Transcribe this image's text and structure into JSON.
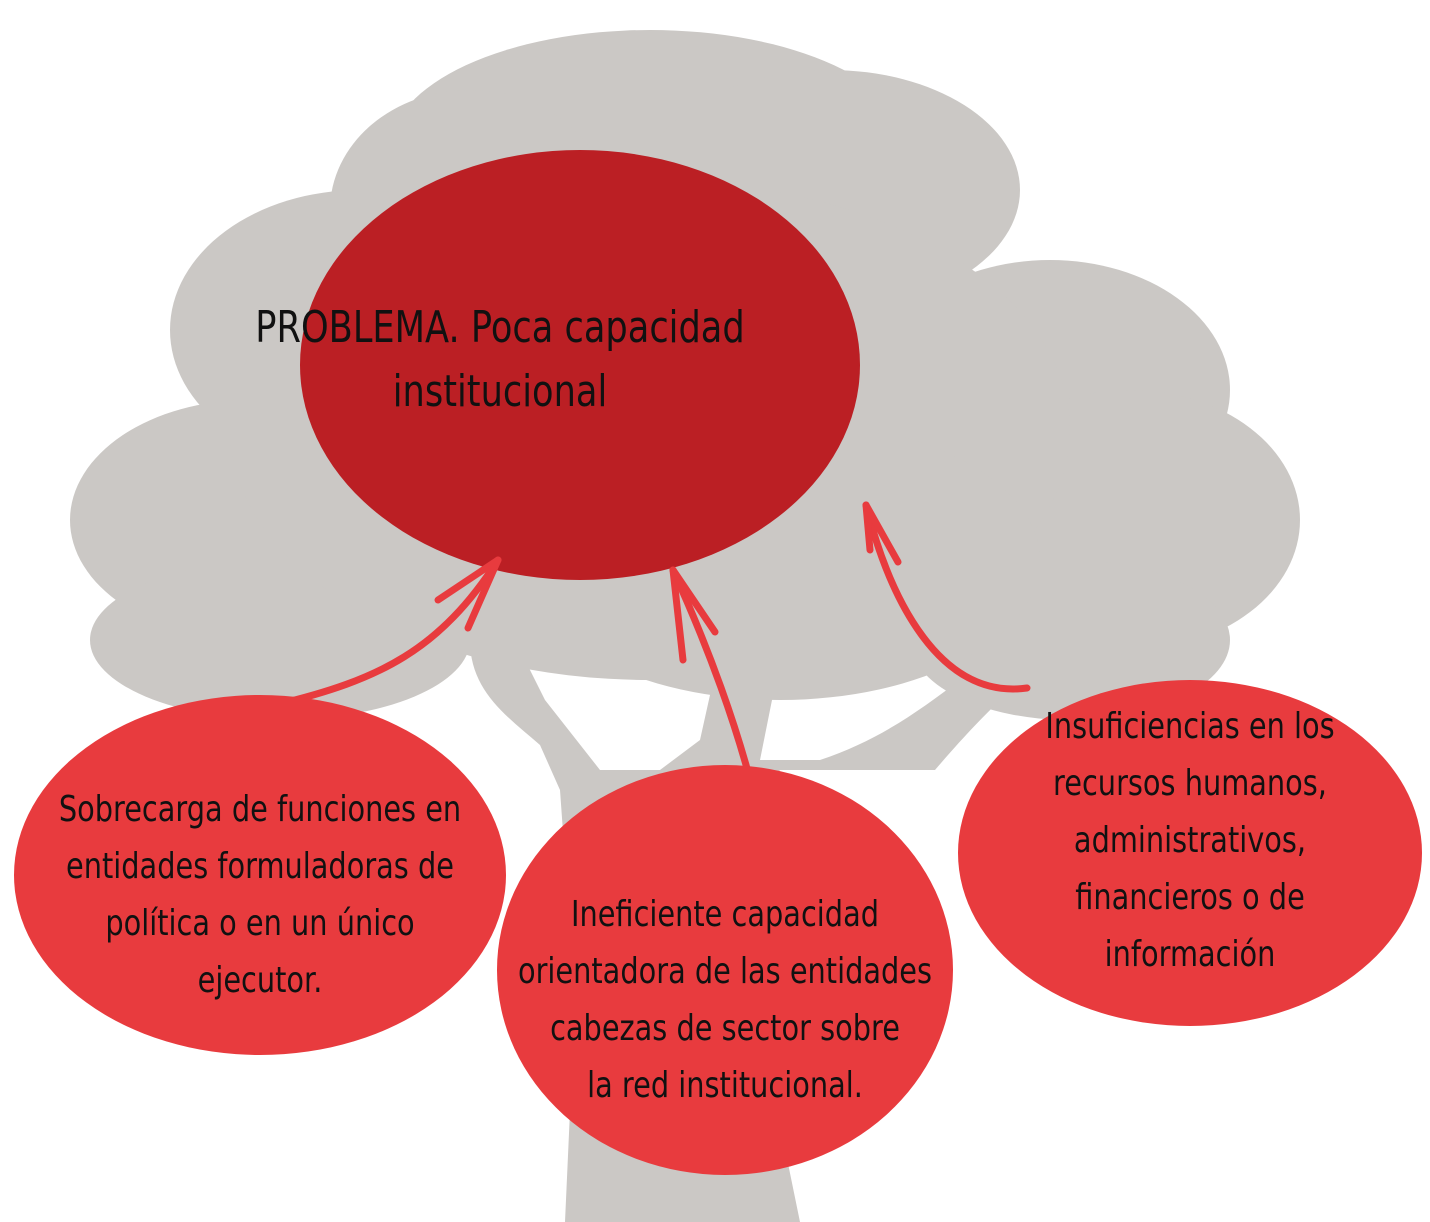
{
  "diagram": {
    "colors": {
      "tree": "#cbc8c5",
      "problem_fill": "#bb1f24",
      "cause_fill": "#e83b3e",
      "arrow": "#e83b3e",
      "text": "#111111"
    },
    "problem": {
      "text": "PROBLEMA. Poca capacidad\ninstitucional"
    },
    "causes": [
      {
        "text": "Sobrecarga de funciones en\nentidades formuladoras de\npolítica o en un único\nejecutor."
      },
      {
        "text": "Ineficiente capacidad\norientadora de las entidades\ncabezas de sector sobre\nla red institucional."
      },
      {
        "text": "Insuficiencias en los\nrecursos humanos,\nadministrativos,\nfinancieros o de\ninformación"
      }
    ]
  }
}
